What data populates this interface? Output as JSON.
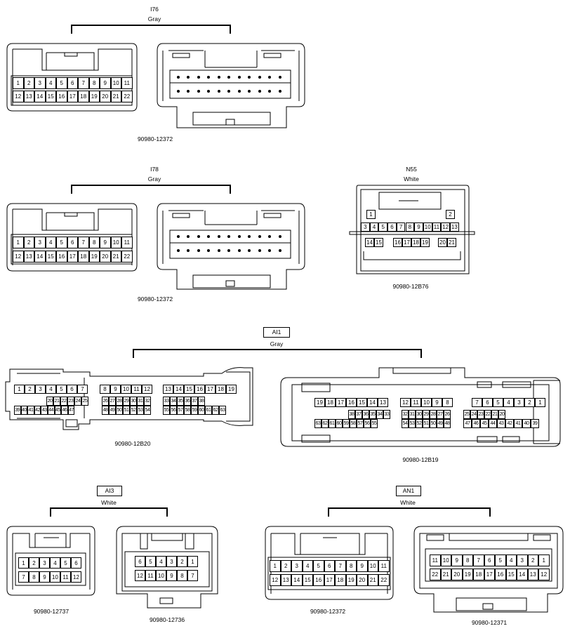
{
  "groups": {
    "i76": {
      "name": "I76",
      "color": "Gray",
      "part_left": "90980-12372"
    },
    "i78": {
      "name": "I78",
      "color": "Gray",
      "part_left": "90980-12372"
    },
    "n55": {
      "name": "N55",
      "color": "White",
      "part": "90980-12B76"
    },
    "ai1": {
      "name": "AI1",
      "color": "Gray",
      "part_left": "90980-12B20",
      "part_right": "90980-12B19"
    },
    "ai3": {
      "name": "AI3",
      "color": "White",
      "part_left": "90980-12737",
      "part_right": "90980-12736"
    },
    "an1": {
      "name": "AN1",
      "color": "White",
      "part_left": "90980-12372",
      "part_right": "90980-12371"
    }
  },
  "pins": {
    "row_1_11": [
      "1",
      "2",
      "3",
      "4",
      "5",
      "6",
      "7",
      "8",
      "9",
      "10",
      "11"
    ],
    "row_12_22": [
      "12",
      "13",
      "14",
      "15",
      "16",
      "17",
      "18",
      "19",
      "20",
      "21",
      "22"
    ],
    "row_11_1": [
      "11",
      "10",
      "9",
      "8",
      "7",
      "6",
      "5",
      "4",
      "3",
      "2",
      "1"
    ],
    "row_22_12": [
      "22",
      "21",
      "20",
      "19",
      "18",
      "17",
      "16",
      "15",
      "14",
      "13",
      "12"
    ],
    "n55_top": [
      "1",
      "2"
    ],
    "n55_mid": [
      "3",
      "4",
      "5",
      "6",
      "7",
      "8",
      "9",
      "10",
      "11",
      "12",
      "13"
    ],
    "n55_bot_a": [
      "14",
      "15"
    ],
    "n55_bot_b": [
      "16",
      "17",
      "18",
      "19"
    ],
    "n55_bot_c": [
      "20",
      "21"
    ],
    "ai1l_top_a": [
      "1",
      "2",
      "3",
      "4",
      "5",
      "6",
      "7"
    ],
    "ai1l_top_b": [
      "8",
      "9",
      "10",
      "11",
      "12"
    ],
    "ai1l_top_c": [
      "13",
      "14",
      "15",
      "16",
      "17",
      "18",
      "19"
    ],
    "ai1l_mid_a": [
      "20",
      "21",
      "22",
      "23",
      "24",
      "25"
    ],
    "ai1l_mid_b": [
      "26",
      "27",
      "28",
      "29",
      "30",
      "31",
      "32"
    ],
    "ai1l_mid_c": [
      "33",
      "34",
      "35",
      "36",
      "37",
      "38"
    ],
    "ai1l_bot_a": [
      "39",
      "40",
      "41",
      "42",
      "43",
      "44",
      "45",
      "46",
      "47"
    ],
    "ai1l_bot_b": [
      "48",
      "49",
      "50",
      "51",
      "52",
      "53",
      "54"
    ],
    "ai1l_bot_c": [
      "55",
      "56",
      "57",
      "58",
      "59",
      "60",
      "61",
      "62",
      "63"
    ],
    "ai1r_top_a": [
      "19",
      "18",
      "17",
      "16",
      "15",
      "14",
      "13"
    ],
    "ai1r_top_b": [
      "12",
      "11",
      "10",
      "9",
      "8"
    ],
    "ai1r_top_c": [
      "7",
      "6",
      "5",
      "4",
      "3",
      "2",
      "1"
    ],
    "ai1r_mid_a": [
      "38",
      "37",
      "36",
      "35",
      "34",
      "33"
    ],
    "ai1r_mid_b": [
      "32",
      "31",
      "30",
      "29",
      "28",
      "27",
      "26"
    ],
    "ai1r_mid_c": [
      "25",
      "24",
      "23",
      "22",
      "21",
      "20"
    ],
    "ai1r_bot_a": [
      "63",
      "62",
      "61",
      "60",
      "59",
      "58",
      "57",
      "56",
      "55"
    ],
    "ai1r_bot_b": [
      "54",
      "53",
      "52",
      "51",
      "50",
      "49",
      "48"
    ],
    "ai1r_bot_c": [
      "47",
      "46",
      "45",
      "44",
      "43",
      "42",
      "41",
      "40",
      "39"
    ],
    "ai3l_top": [
      "1",
      "2",
      "3",
      "4",
      "5",
      "6"
    ],
    "ai3l_bot": [
      "7",
      "8",
      "9",
      "10",
      "11",
      "12"
    ],
    "ai3r_top": [
      "6",
      "5",
      "4",
      "3",
      "2",
      "1"
    ],
    "ai3r_bot": [
      "12",
      "11",
      "10",
      "9",
      "8",
      "7"
    ]
  }
}
